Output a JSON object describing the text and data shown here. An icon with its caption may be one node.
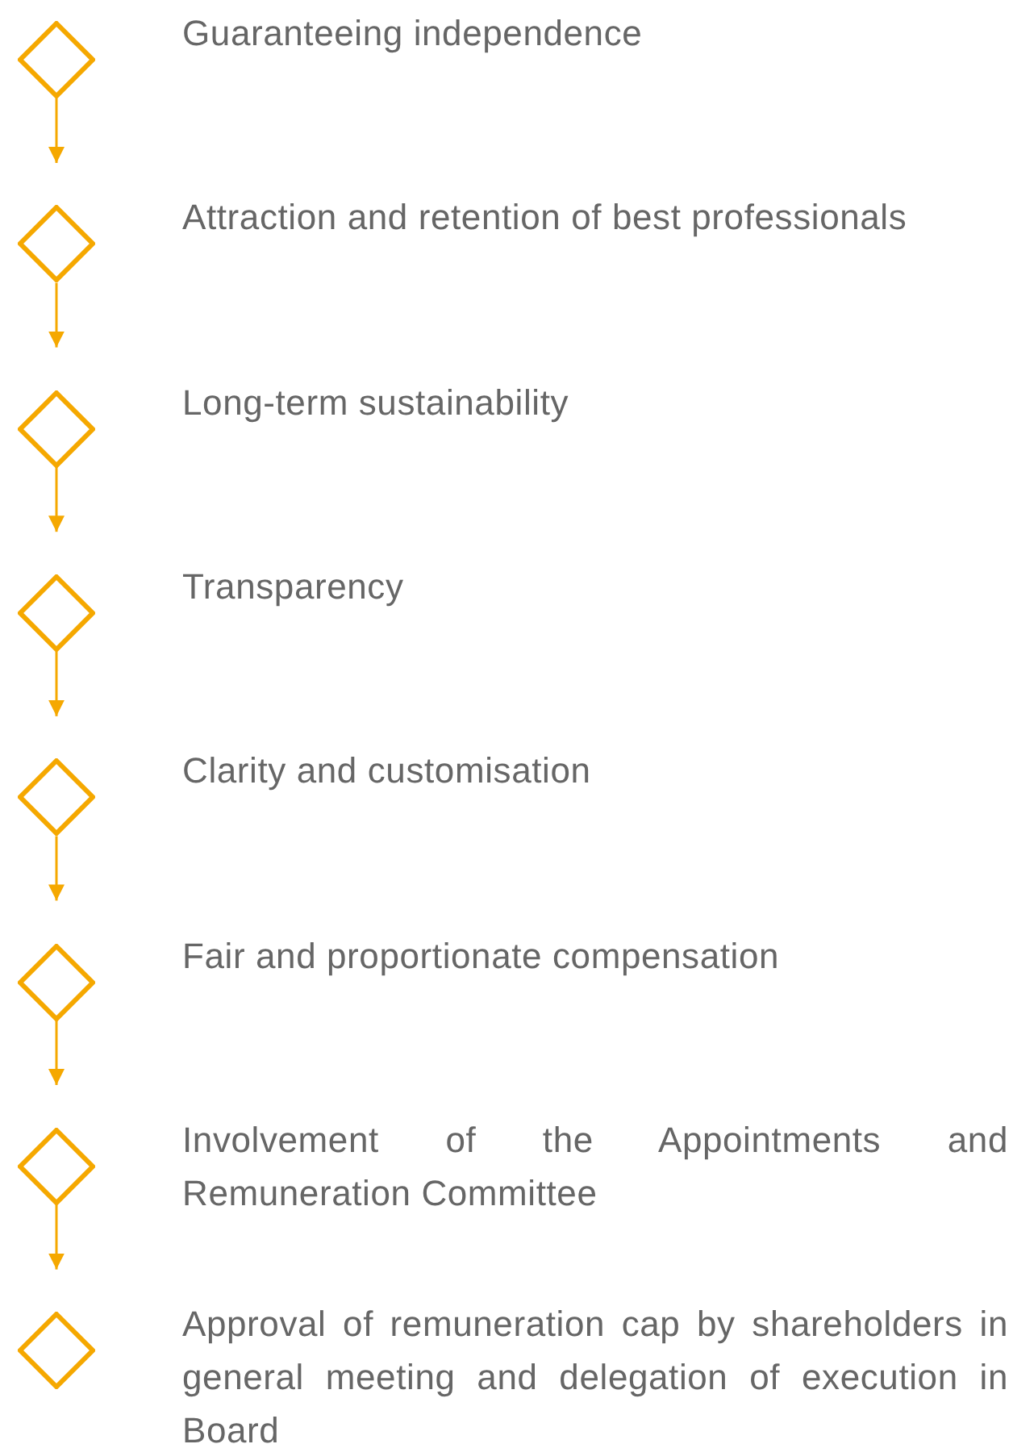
{
  "diagram": {
    "nodes": [
      {
        "text": [],
        "shape": "diamond",
        "beside": [
          "Guaranteeing independence"
        ]
      },
      {
        "text": [],
        "shape": "diamond",
        "beside": [
          "Attraction and retention of best professionals"
        ]
      },
      {
        "text": [],
        "shape": "diamond",
        "beside": [
          "Long-term sustainability"
        ]
      },
      {
        "text": [],
        "shape": "diamond",
        "beside": [
          "Transparency"
        ]
      },
      {
        "text": [],
        "shape": "diamond",
        "beside": [
          "Clarity and customisation"
        ]
      },
      {
        "text": [],
        "shape": "diamond",
        "beside": [
          "Fair and proportionate compensation"
        ]
      },
      {
        "text": [],
        "shape": "diamond",
        "beside": [
          "Involvement of the Appointments and Remuneration Committee"
        ]
      },
      {
        "text": [],
        "shape": "diamond",
        "beside": [
          "Approval of remuneration cap by shareholders in general meeting and delegation of execution in Board"
        ]
      }
    ],
    "edges": [
      {
        "from": 0,
        "to": null,
        "arrow": "to"
      },
      {
        "from": 1,
        "to": null,
        "arrow": "to"
      },
      {
        "from": 2,
        "to": null,
        "arrow": "to"
      },
      {
        "from": 3,
        "to": null,
        "arrow": "to"
      },
      {
        "from": 4,
        "to": null,
        "arrow": "to"
      },
      {
        "from": 5,
        "to": null,
        "arrow": "to"
      },
      {
        "from": 6,
        "to": null,
        "arrow": "to"
      }
    ]
  }
}
